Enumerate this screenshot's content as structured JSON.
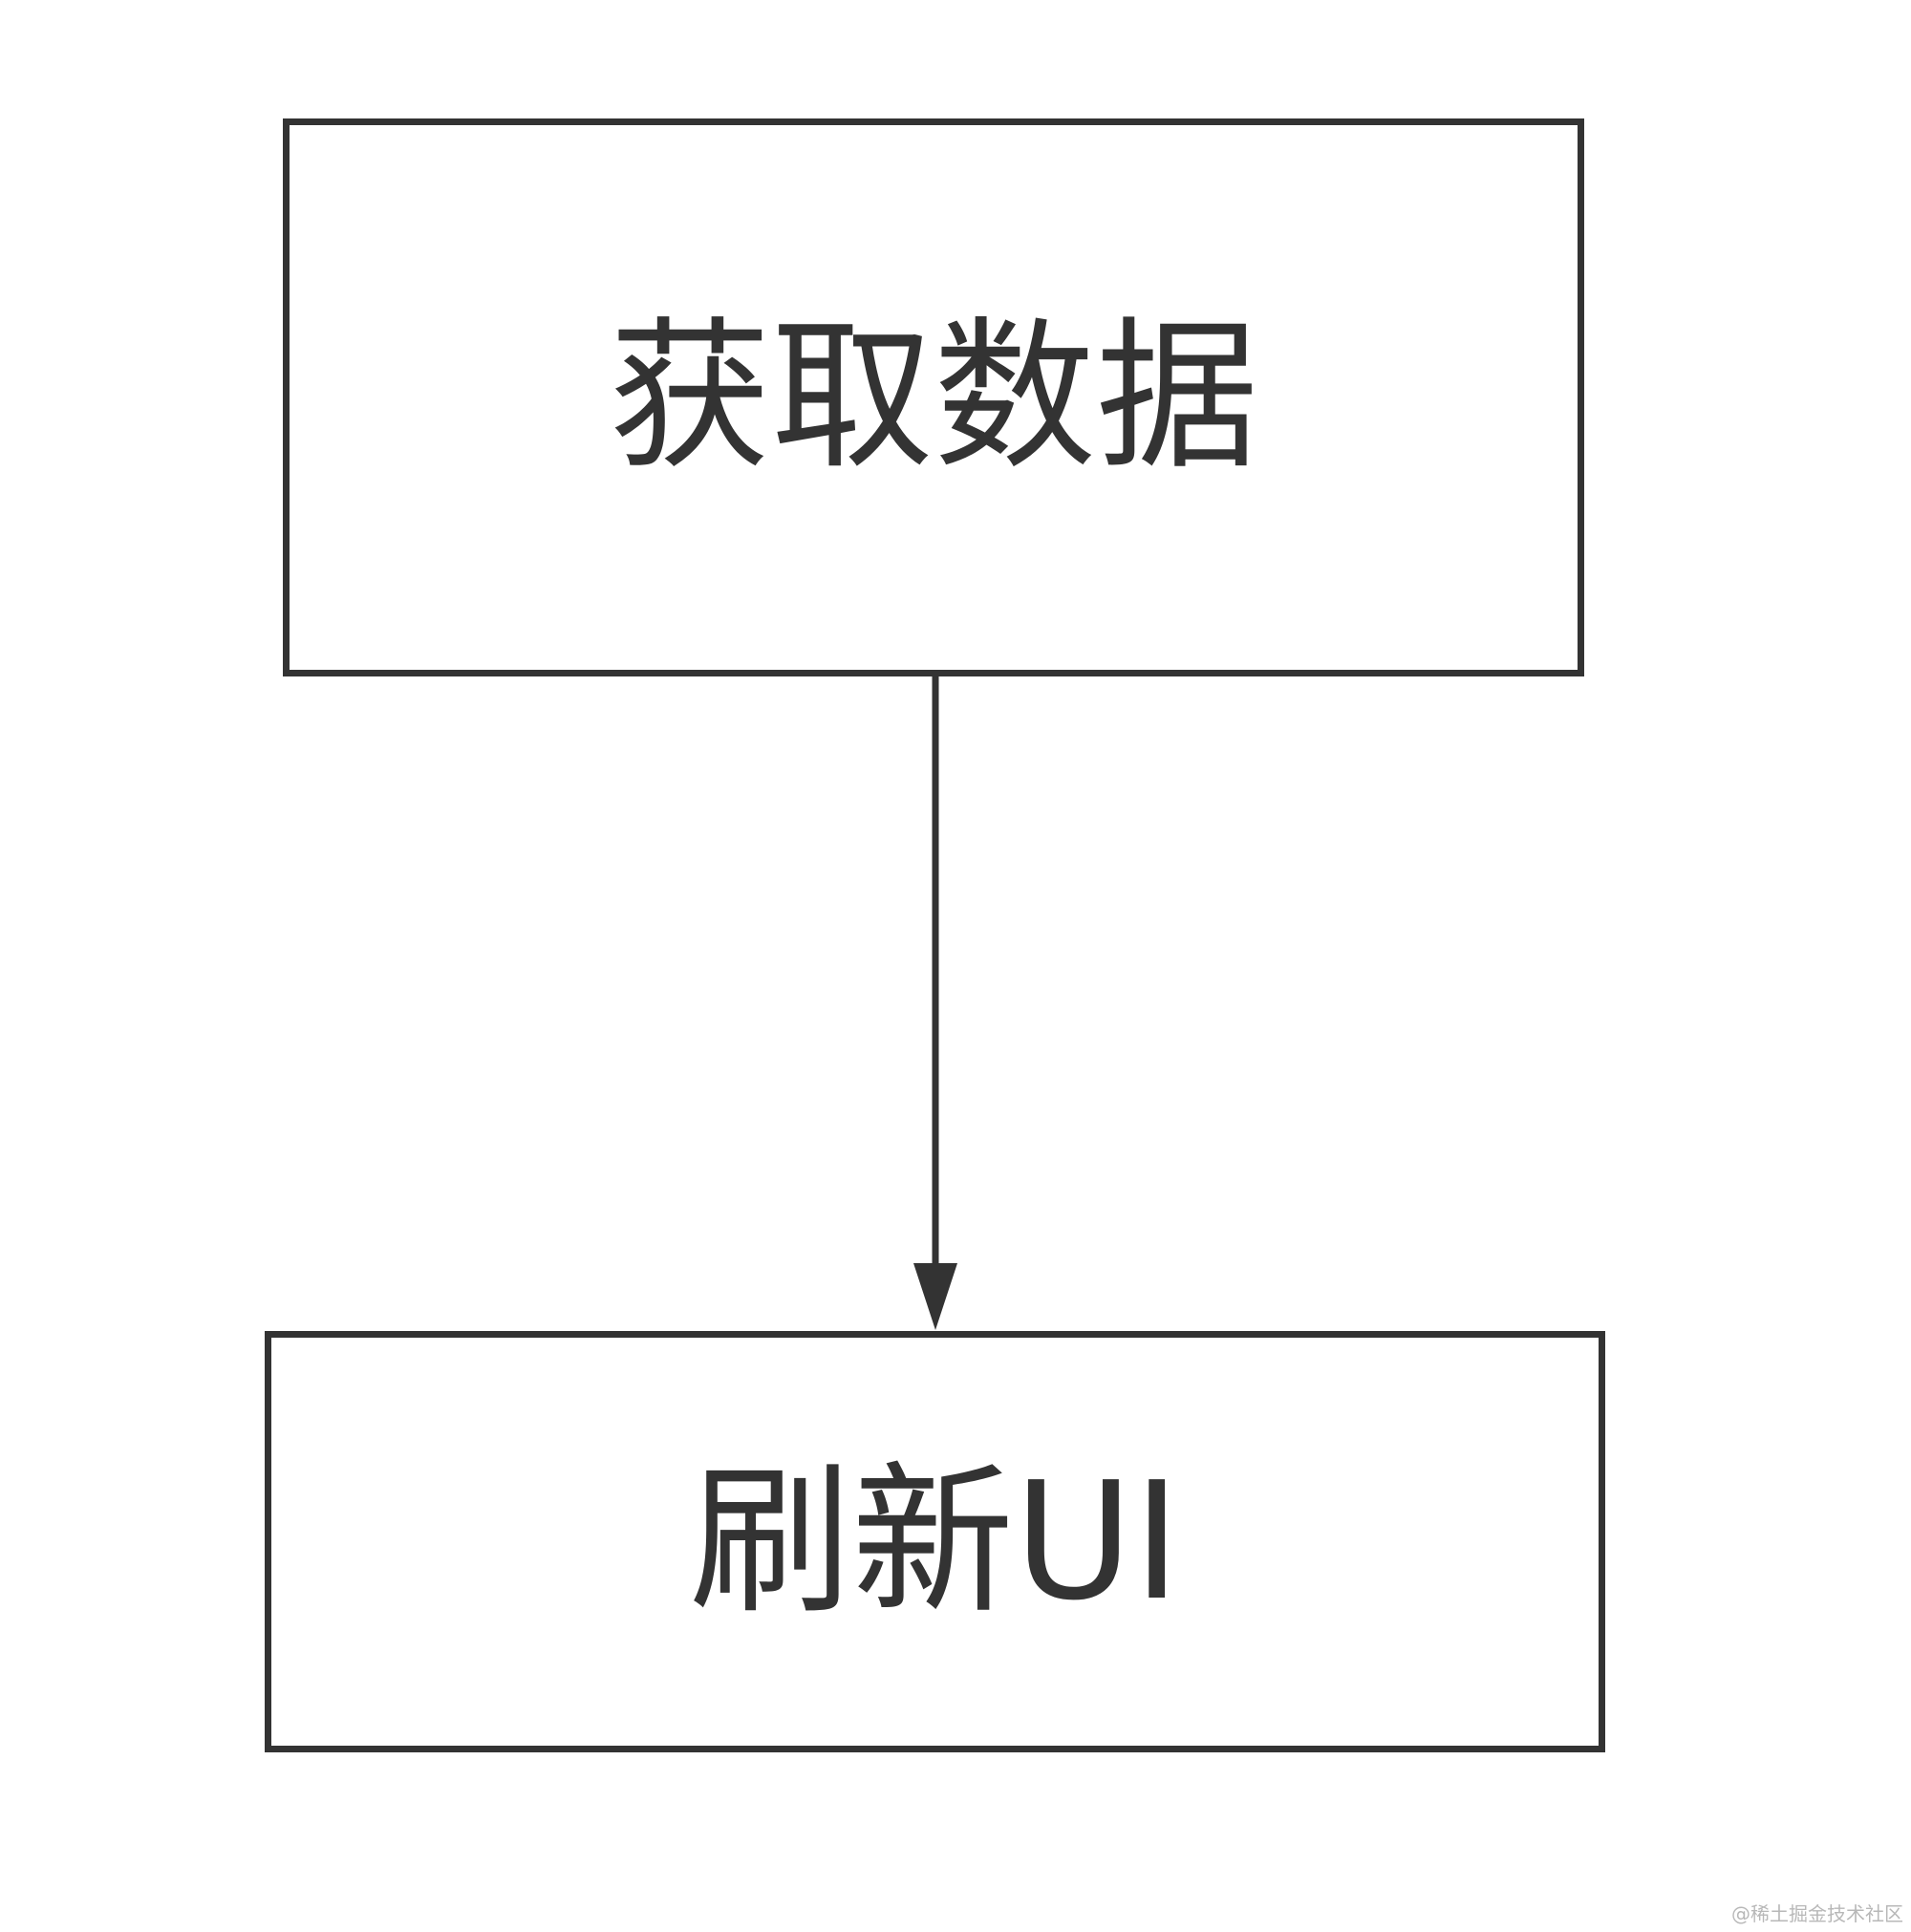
{
  "diagram": {
    "nodes": [
      {
        "id": "fetch",
        "label": "获取数据"
      },
      {
        "id": "refresh",
        "label": "刷新UI"
      }
    ],
    "edges": [
      {
        "from": "fetch",
        "to": "refresh"
      }
    ],
    "colors": {
      "stroke": "#333333",
      "background": "#ffffff",
      "watermark": "#b8b8b8"
    }
  },
  "watermark": "@稀土掘金技术社区"
}
